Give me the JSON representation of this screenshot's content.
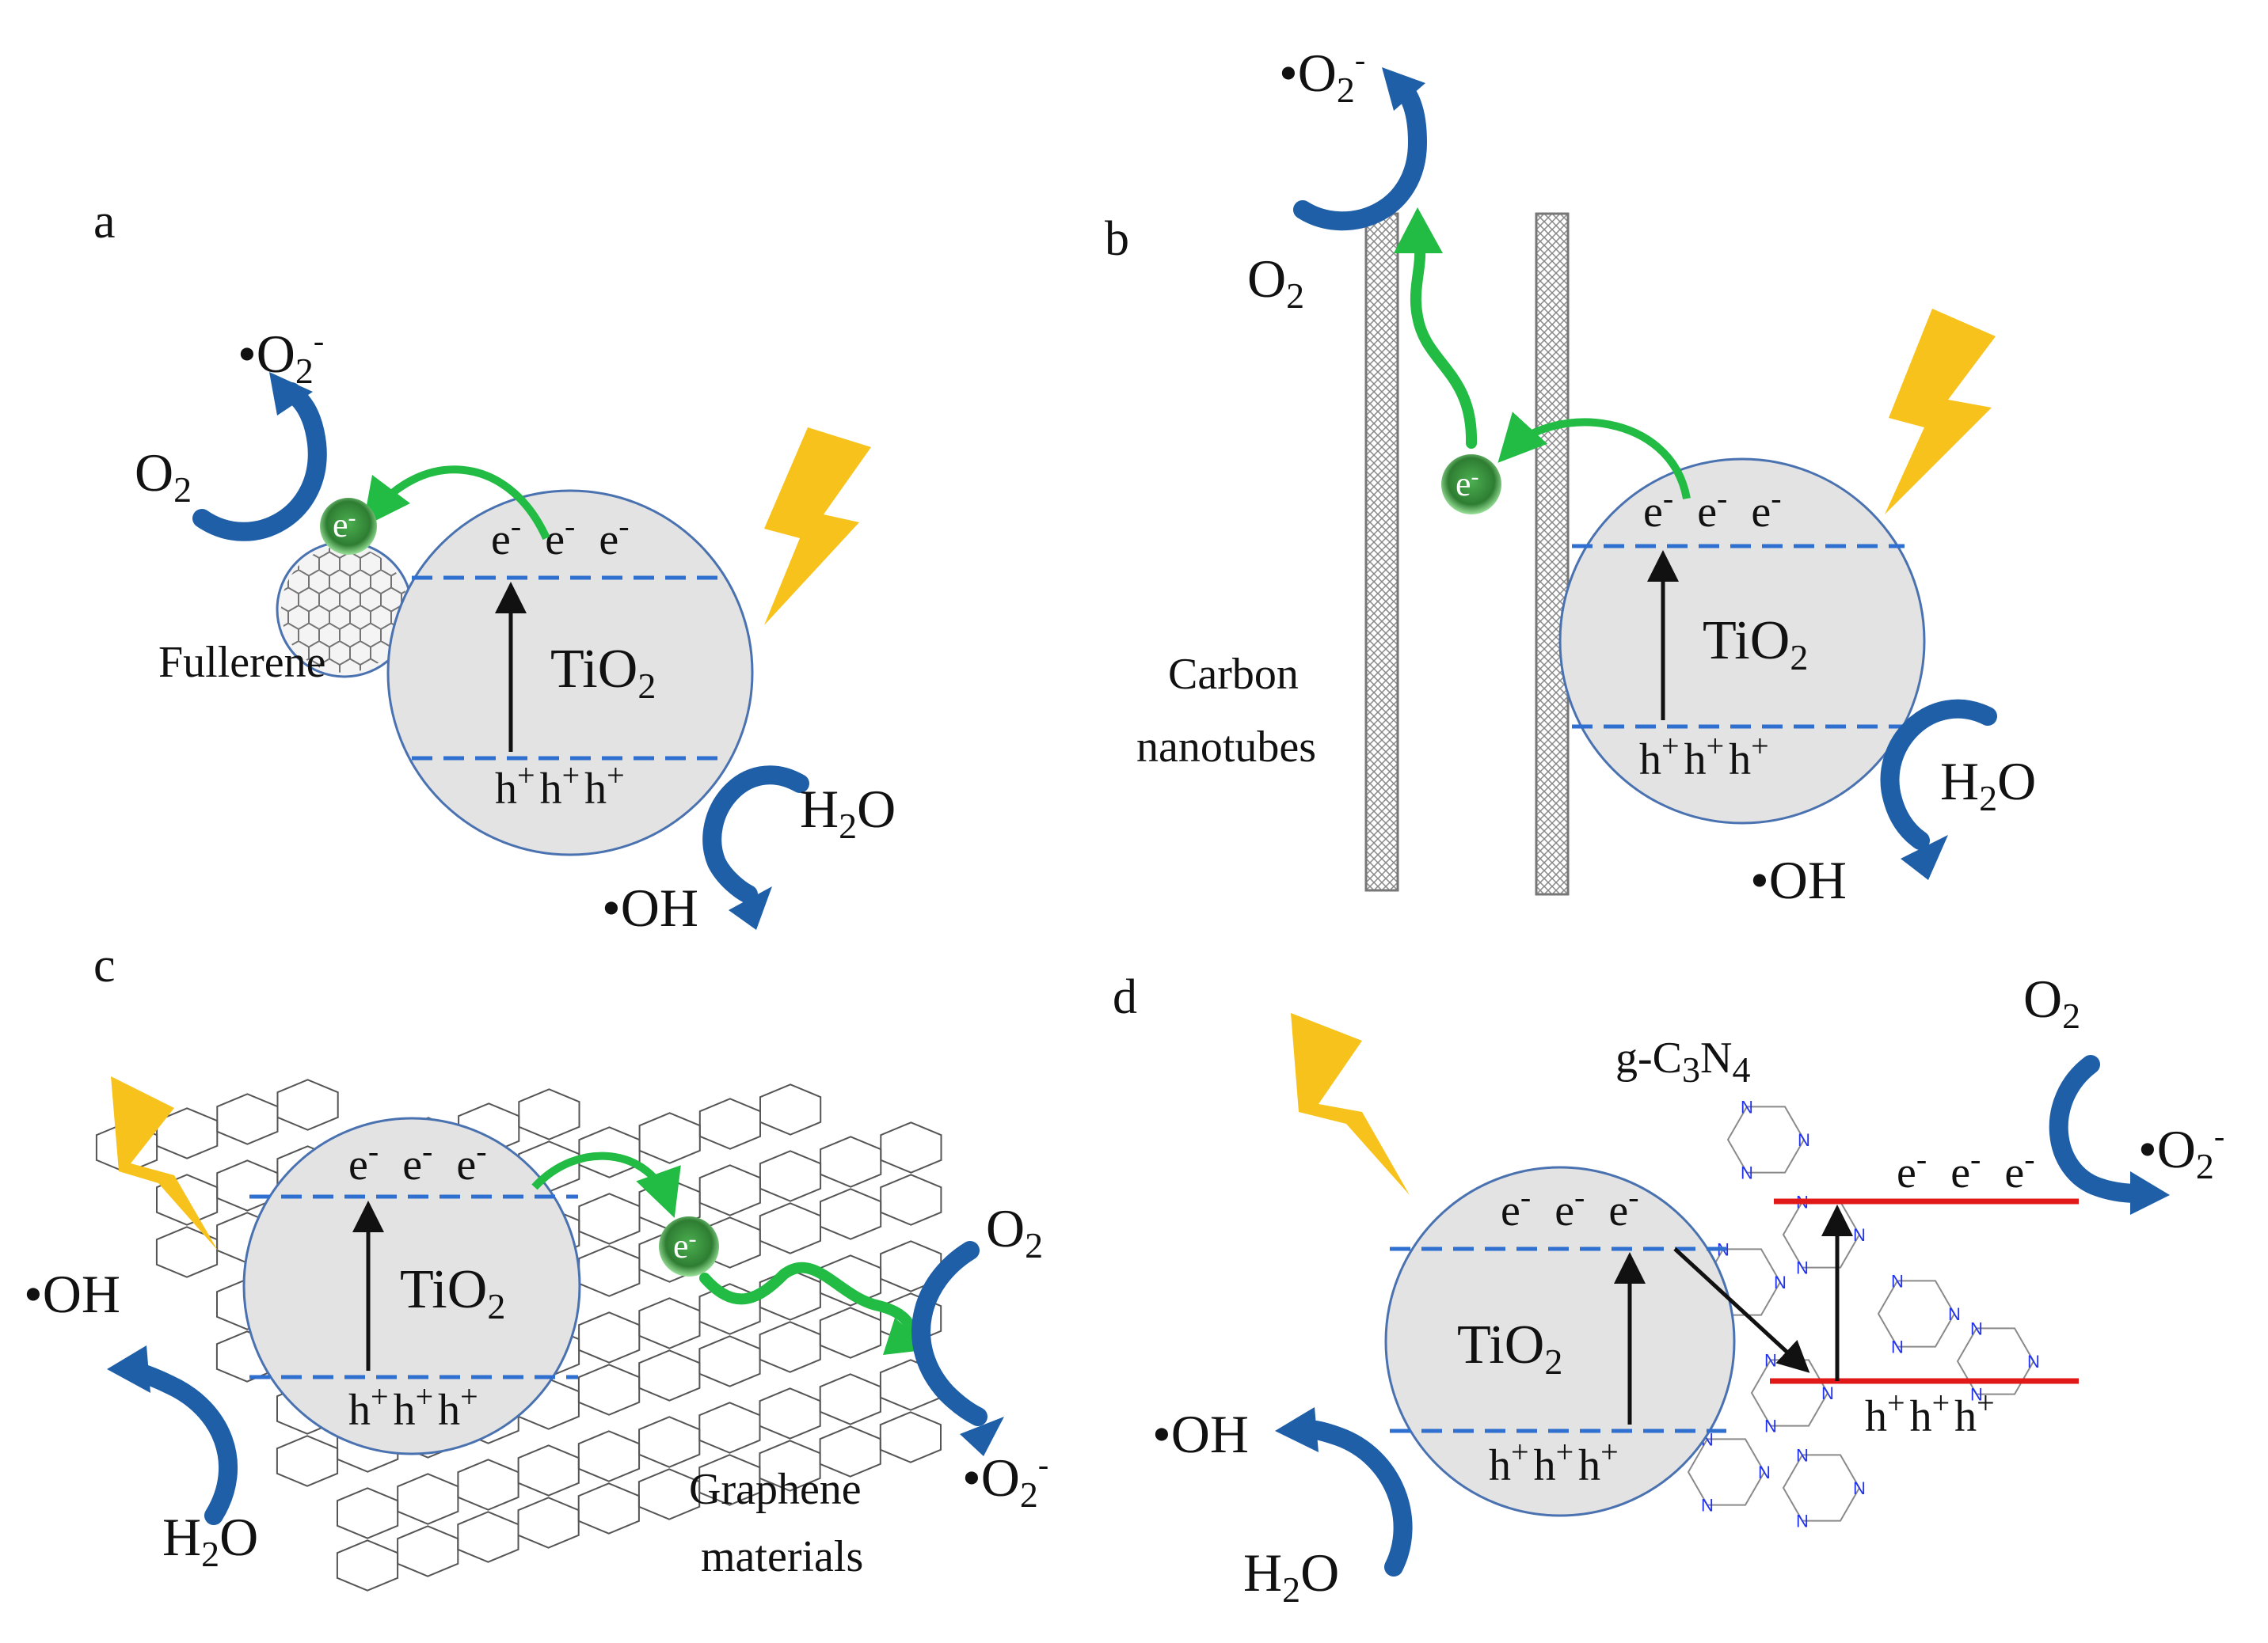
{
  "panels": {
    "a": {
      "letter": "a",
      "material": "Fullerene",
      "semiconductor": "TiO",
      "semiconductor_sub": "2",
      "electron": "e",
      "minus": "-",
      "hole": "h",
      "plus": "+",
      "oxygen": "O",
      "o2_sub": "2",
      "superoxide": "•O",
      "superoxide_sub": "2",
      "superoxide_sup": "-",
      "water_h": "H",
      "water_sub": "2",
      "water_o": "O",
      "hydroxyl": "•OH"
    },
    "b": {
      "letter": "b",
      "material_line1": "Carbon",
      "material_line2": "nanotubes",
      "semiconductor": "TiO",
      "semiconductor_sub": "2",
      "electron": "e",
      "minus": "-",
      "hole": "h",
      "plus": "+",
      "oxygen": "O",
      "o2_sub": "2",
      "superoxide": "•O",
      "superoxide_sub": "2",
      "superoxide_sup": "-",
      "water_h": "H",
      "water_sub": "2",
      "water_o": "O",
      "hydroxyl": "•OH"
    },
    "c": {
      "letter": "c",
      "material_line1": "Graphene",
      "material_line2": "materials",
      "semiconductor": "TiO",
      "semiconductor_sub": "2",
      "electron": "e",
      "minus": "-",
      "hole": "h",
      "plus": "+",
      "oxygen": "O",
      "o2_sub": "2",
      "superoxide": "•O",
      "superoxide_sub": "2",
      "superoxide_sup": "-",
      "water_h": "H",
      "water_sub": "2",
      "water_o": "O",
      "hydroxyl": "•OH"
    },
    "d": {
      "letter": "d",
      "material": "g-C",
      "material_sub1": "3",
      "material_n": "N",
      "material_sub2": "4",
      "ring_atom": "N",
      "semiconductor": "TiO",
      "semiconductor_sub": "2",
      "electron": "e",
      "minus": "-",
      "hole": "h",
      "plus": "+",
      "oxygen": "O",
      "o2_sub": "2",
      "superoxide": "•O",
      "superoxide_sub": "2",
      "superoxide_sup": "-",
      "water_h": "H",
      "water_sub": "2",
      "water_o": "O",
      "hydroxyl": "•OH"
    }
  },
  "colors": {
    "particle_fill": "#e3e3e3",
    "particle_stroke": "#4a72b0",
    "band_edge": "#2f6fd0",
    "reaction_arrow": "#1f5fa8",
    "electron_path": "#22bb44",
    "electron_badge": "#2e7d32",
    "lightning": "#f7c21b",
    "gcn_band": "#e01818",
    "nitrogen": "#2233ee",
    "lattice": "#555555"
  },
  "icons": [
    "lightning-icon",
    "electron-icon",
    "reaction-arrow-icon"
  ]
}
